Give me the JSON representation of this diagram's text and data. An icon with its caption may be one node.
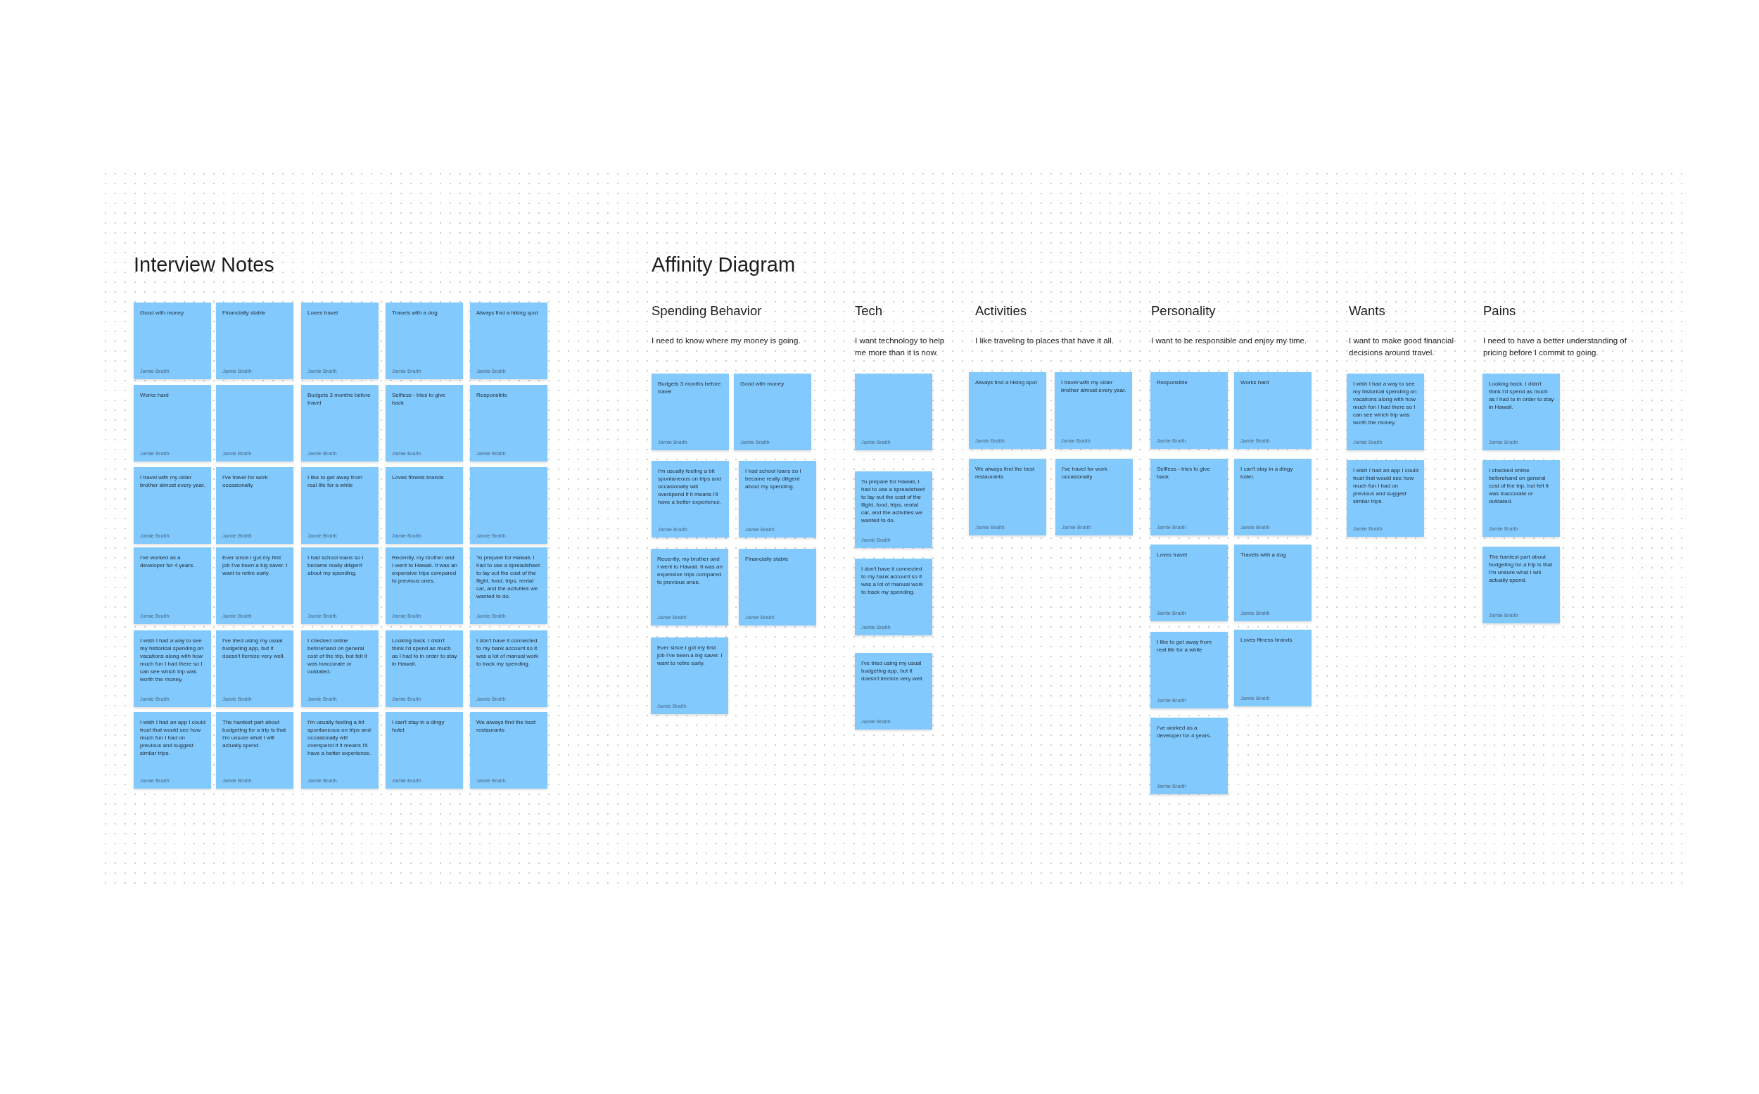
{
  "diagram": {
    "nodes": [
      {
        "text": [
          "Good with money",
          "Jamie Braith"
        ]
      },
      {
        "text": [
          "Financially stable",
          "Jamie Braith"
        ]
      },
      {
        "text": [
          "Loves travel",
          "Jamie Braith"
        ]
      },
      {
        "text": [
          "Travels with a dog",
          "Jamie Braith"
        ]
      },
      {
        "text": [
          "Always find a hiking spot",
          "Jamie Braith"
        ]
      },
      {
        "text": [
          "Works hard",
          "Jamie Braith"
        ]
      },
      {
        "text": [
          "Jamie Braith"
        ]
      },
      {
        "text": [
          "Budgets 3 months before travel",
          "Jamie Braith"
        ]
      },
      {
        "text": [
          "Selfless - tries to give back",
          "Jamie Braith"
        ]
      },
      {
        "text": [
          "Responsible",
          "Jamie Braith"
        ]
      },
      {
        "text": [
          "I travel with my older brother almost every year.",
          "Jamie Braith"
        ]
      },
      {
        "text": [
          "I've travel for work occasionally",
          "Jamie Braith"
        ]
      },
      {
        "text": [
          "I like to get away from real life for a while",
          "Jamie Braith"
        ]
      },
      {
        "text": [
          "Loves fitness brands",
          "Jamie Braith"
        ]
      },
      {
        "text": [
          "Jamie Braith"
        ]
      },
      {
        "text": [
          "I've worked as a developer for 4 years.",
          "Jamie Braith"
        ]
      },
      {
        "text": [
          "Ever since I got my first job I've been a big saver. I want to retire early.",
          "Jamie Braith"
        ]
      },
      {
        "text": [
          "I had school loans so I became really diligent about my spending.",
          "Jamie Braith"
        ]
      },
      {
        "text": [
          "Recently, my brother and I went to Hawaii. It was an expensive trips compared to previous ones.",
          "Jamie Braith"
        ]
      },
      {
        "text": [
          "To prepare for Hawaii, I had to use a spreadsheet to lay out the cost of the flight, food, trips, rental car, and the activities we wanted to do.",
          "Jamie Braith"
        ]
      },
      {
        "text": [
          "I wish I had a way to see my historical spending on vacations along with how much fun I had there so I can see which trip was worth the money.",
          "Jamie Braith"
        ]
      },
      {
        "text": [
          "I've tried using my usual budgeting app, but it doesn't itemize very well.",
          "Jamie Braith"
        ]
      },
      {
        "text": [
          "I checked online beforehand on general cost of the trip, but felt it was inaccurate or outdated.",
          "Jamie Braith"
        ]
      },
      {
        "text": [
          "Looking back. I didn't think I'd spend as much as I had to in order to stay in Hawaii.",
          "Jamie Braith"
        ]
      },
      {
        "text": [
          "I don't have it connected to my bank account so it was a lot of manual work to track my spending.",
          "Jamie Braith"
        ]
      },
      {
        "text": [
          "I wish I had an app I could trust that would see how much fun I had on previous and suggest similar trips.",
          "Jamie Braith"
        ]
      },
      {
        "text": [
          "The hardest part about budgeting for a trip is that I'm unsure what I will actually spend.",
          "Jamie Braith"
        ]
      },
      {
        "text": [
          "I'm usually feeling a bit spontaneous on trips and occasionally will overspend if it means I'll have a better experience.",
          "Jamie Braith"
        ]
      },
      {
        "text": [
          "I can't stay in a dingy hotel.",
          "Jamie Braith"
        ]
      },
      {
        "text": [
          "We always find the best restaurants",
          "Jamie Braith"
        ]
      },
      {
        "text": [
          "Budgets 3 months before travel",
          "Jamie Braith"
        ]
      },
      {
        "text": [
          "Good with money",
          "Jamie Braith"
        ]
      },
      {
        "text": [
          "I'm usually feeling a bit spontaneous on trips and occasionally will overspend if it means I'll have a better experience.",
          "Jamie Braith"
        ]
      },
      {
        "text": [
          "I had school loans so I became really diligent about my spending.",
          "Jamie Braith"
        ]
      },
      {
        "text": [
          "Recently, my brother and I went to Hawaii. It was an expensive trips compared to previous ones.",
          "Jamie Braith"
        ]
      },
      {
        "text": [
          "Financially stable",
          "Jamie Braith"
        ]
      },
      {
        "text": [
          "Ever since I got my first job I've been a big saver. I want to retire early.",
          "Jamie Braith"
        ]
      },
      {
        "text": [
          "Jamie Braith"
        ]
      },
      {
        "text": [
          "To prepare for Hawaii, I had to use a spreadsheet to lay out the cost of the flight, food, trips, rental car, and the activities we wanted to do.",
          "Jamie Braith"
        ]
      },
      {
        "text": [
          "I don't have it connected to my bank account so it was a lot of manual work to track my spending.",
          "Jamie Braith"
        ]
      },
      {
        "text": [
          "I've tried using my usual budgeting app, but it doesn't itemize very well.",
          "Jamie Braith"
        ]
      },
      {
        "text": [
          "Always find a hiking spot",
          "Jamie Braith"
        ]
      },
      {
        "text": [
          "I travel with my older brother almost every year.",
          "Jamie Braith"
        ]
      },
      {
        "text": [
          "We always find the best restaurants",
          "Jamie Braith"
        ]
      },
      {
        "text": [
          "I've travel for work occasionally",
          "Jamie Braith"
        ]
      },
      {
        "text": [
          "Responsible",
          "Jamie Braith"
        ]
      },
      {
        "text": [
          "Works hard",
          "Jamie Braith"
        ]
      },
      {
        "text": [
          "Selfless - tries to give back",
          "Jamie Braith"
        ]
      },
      {
        "text": [
          "I can't stay in a dingy hotel.",
          "Jamie Braith"
        ]
      },
      {
        "text": [
          "Loves travel",
          "Jamie Braith"
        ]
      },
      {
        "text": [
          "Travels with a dog",
          "Jamie Braith"
        ]
      },
      {
        "text": [
          "I like to get away from real life for a while",
          "Jamie Braith"
        ]
      },
      {
        "text": [
          "Loves fitness brands",
          "Jamie Braith"
        ]
      },
      {
        "text": [
          "I've worked as a developer for 4 years.",
          "Jamie Braith"
        ]
      },
      {
        "text": [
          "I wish I had a way to see my historical spending on vacations along with how much fun I had there so I can see which trip was worth the money.",
          "Jamie Braith"
        ]
      },
      {
        "text": [
          "I wish I had an app I could trust that would see how much fun I had on previous and suggest similar trips.",
          "Jamie Braith"
        ]
      },
      {
        "text": [
          "Looking back. I didn't think I'd spend as much as I had to in order to stay in Hawaii.",
          "Jamie Braith"
        ]
      },
      {
        "text": [
          "I checked online beforehand on general cost of the trip, but felt it was inaccurate or outdated.",
          "Jamie Braith"
        ]
      },
      {
        "text": [
          "The hardest part about budgeting for a trip is that I'm unsure what I will actually spend.",
          "Jamie Braith"
        ]
      }
    ],
    "labels": [
      "Interview Notes",
      "Affinity Diagram",
      "Spending Behavior",
      "Tech",
      "Activities",
      "Personality",
      "Wants",
      "Pains",
      "I need to know where my money is going.",
      "I want technology to help me more than it is now.",
      "I like traveling to places that have it all.",
      "I want to be responsible and enjoy my time.",
      "I want to make good financial decisions around travel.",
      "I need to have a better understanding of pricing before I commit to going."
    ]
  }
}
